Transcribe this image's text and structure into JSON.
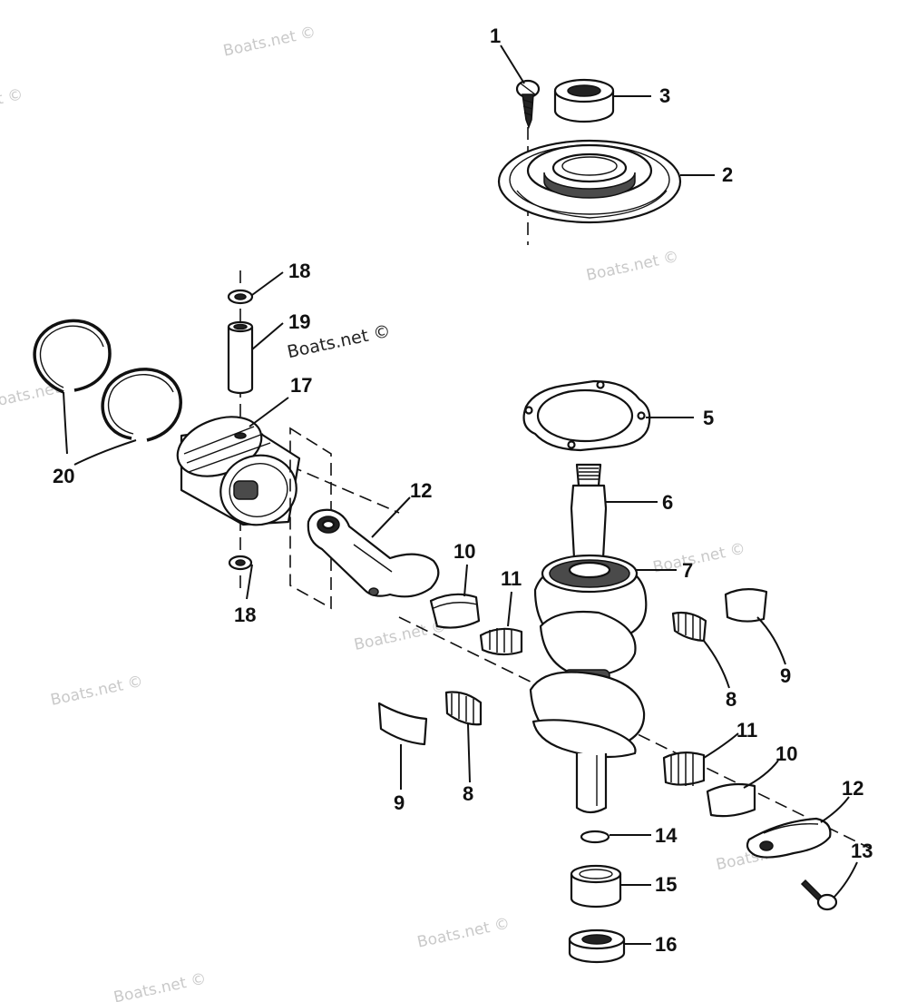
{
  "watermark": {
    "text": "Boats.net ©",
    "prominent_text": "Boats.net ©"
  },
  "callouts": {
    "c1": "1",
    "c2": "2",
    "c3": "3",
    "c5": "5",
    "c6": "6",
    "c7": "7",
    "c8a": "8",
    "c8b": "8",
    "c9a": "9",
    "c9b": "9",
    "c10a": "10",
    "c10b": "10",
    "c11a": "11",
    "c11b": "11",
    "c12a": "12",
    "c12b": "12",
    "c13": "13",
    "c14": "14",
    "c15": "15",
    "c16": "16",
    "c17": "17",
    "c18a": "18",
    "c18b": "18",
    "c19": "19",
    "c20": "20"
  }
}
